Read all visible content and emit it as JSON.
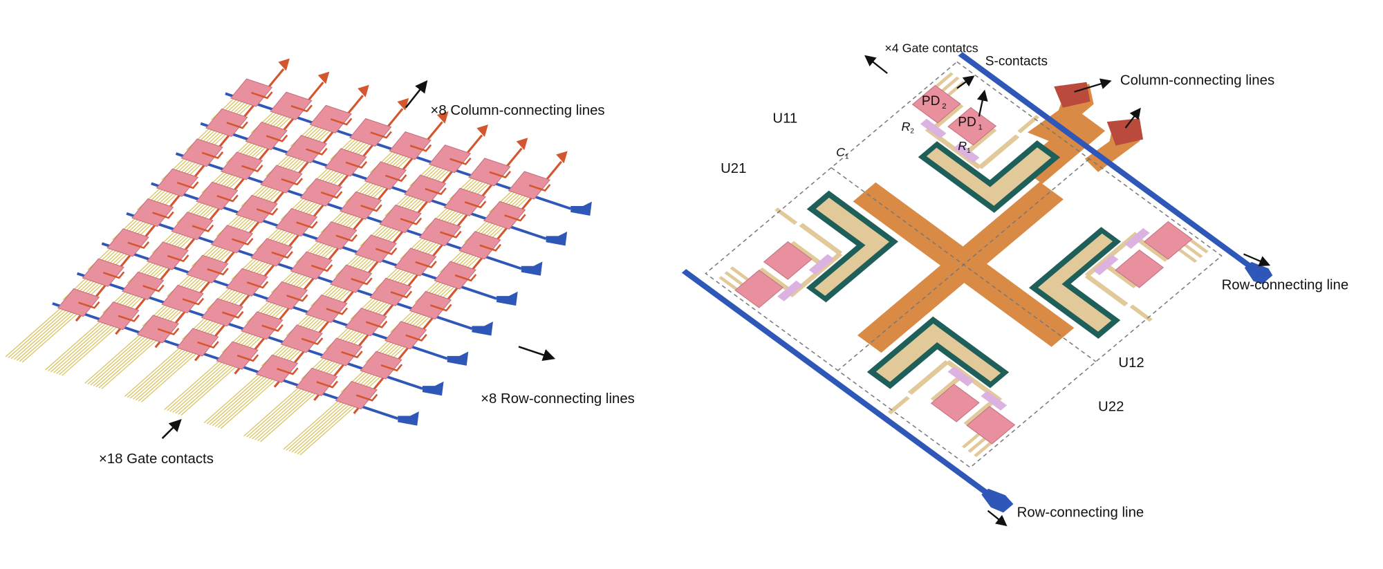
{
  "left_panel": {
    "column_label": "×8 Column-connecting lines",
    "row_label": "×8 Row-connecting lines",
    "gate_label": "×18 Gate contacts",
    "grid_rows": 8,
    "grid_cols": 8
  },
  "right_panel": {
    "gate_label": "×4 Gate contatcs",
    "s_contacts_label": "S-contacts",
    "column_label": "Column-connecting lines",
    "row_label_right": "Row-connecting line",
    "row_label_bottom": "Row-connecting line",
    "units": [
      "U11",
      "U21",
      "U12",
      "U22"
    ],
    "pd2": {
      "main": "PD",
      "sub": "2"
    },
    "pd1": {
      "main": "PD",
      "sub": "1"
    },
    "r2": {
      "main": "R",
      "sub": "2"
    },
    "r1": {
      "main": "R",
      "sub": "1"
    },
    "c1": {
      "main": "C",
      "sub": "1"
    }
  },
  "colors": {
    "pixel_pink": "#e8909e",
    "column_line_orange": "#d4562e",
    "row_line_blue": "#2f57b8",
    "gate_yellow": "#d9c25a",
    "capacitor_teal": "#1f5f5a",
    "contact_tan": "#e2c99a",
    "substrate_orange": "#d98a45",
    "resistor_lilac": "#dcb3e0",
    "column_pad_red": "#b94a3c"
  }
}
